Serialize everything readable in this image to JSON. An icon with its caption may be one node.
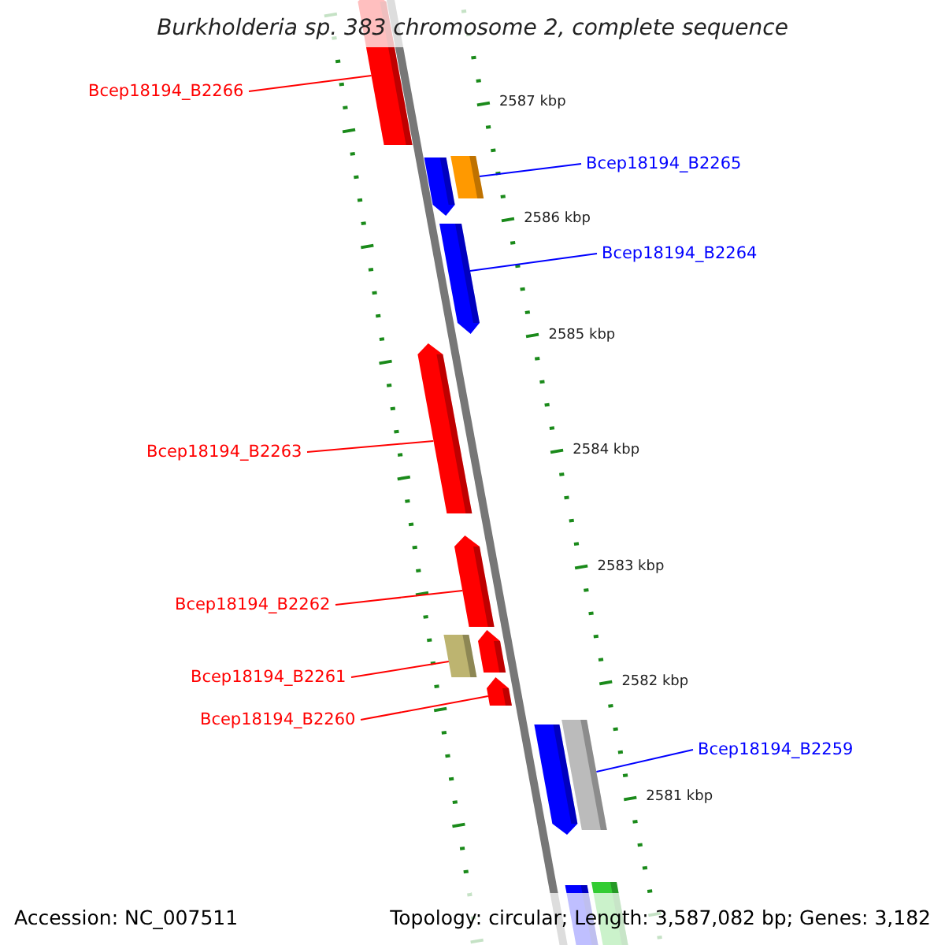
{
  "diagram": {
    "title": "Burkholderia sp. 383 chromosome 2, complete sequence",
    "nodes": [
      {
        "text": [
          "Bcep18194_B2266"
        ]
      },
      {
        "text": [
          "Bcep18194_B2265"
        ]
      },
      {
        "text": [
          "Bcep18194_B2264"
        ]
      },
      {
        "text": [
          "Bcep18194_B2263"
        ]
      },
      {
        "text": [
          "Bcep18194_B2262"
        ]
      },
      {
        "text": [
          "Bcep18194_B2261"
        ]
      },
      {
        "text": [
          "Bcep18194_B2260"
        ]
      },
      {
        "text": [
          "Bcep18194_B2259"
        ]
      },
      {
        "text": [],
        "shape": "bar"
      },
      {
        "text": [],
        "shape": "bar"
      },
      {
        "text": [],
        "shape": "bar"
      },
      {
        "text": [],
        "shape": "bar"
      },
      {
        "text": [],
        "shape": "bar"
      },
      {
        "text": [],
        "shape": "bar"
      },
      {
        "text": [],
        "shape": "bar"
      },
      {
        "text": [],
        "shape": "bar"
      }
    ],
    "edges": [
      {
        "from": 0,
        "to": 8,
        "arrow": "none",
        "color": "#ff0000"
      },
      {
        "from": 1,
        "to": 9,
        "arrow": "none",
        "color": "#0000ff"
      },
      {
        "from": 2,
        "to": 10,
        "arrow": "none",
        "color": "#0000ff"
      },
      {
        "from": 3,
        "to": 11,
        "arrow": "none",
        "color": "#ff0000"
      },
      {
        "from": 4,
        "to": 12,
        "arrow": "none",
        "color": "#ff0000"
      },
      {
        "from": 5,
        "to": 13,
        "arrow": "none",
        "color": "#ff0000"
      },
      {
        "from": 6,
        "to": 14,
        "arrow": "none",
        "color": "#ff0000"
      },
      {
        "from": 7,
        "to": 15,
        "arrow": "none",
        "color": "#0000ff"
      }
    ],
    "labels": [
      "2587 kbp",
      "2586 kbp",
      "2585 kbp",
      "2584 kbp",
      "2583 kbp",
      "2582 kbp",
      "2581 kbp",
      "Accession: NC_007511",
      "Topology: circular; Length: 3,587,082 bp; Genes: 3,182"
    ]
  }
}
